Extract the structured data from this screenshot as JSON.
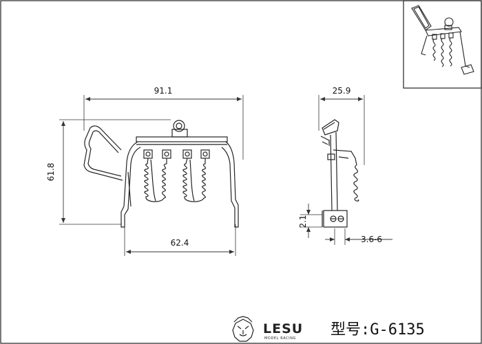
{
  "front_view": {
    "width_dim": "91.1",
    "height_dim": "61.8",
    "base_width_dim": "62.4"
  },
  "side_view": {
    "width_dim": "25.9",
    "bracket_height_dim": "2.1",
    "hole_dim": "3.6-6"
  },
  "logo": {
    "brand": "LESU",
    "brand_sub": "MODEL RACING"
  },
  "model_label": "型号:G-6135",
  "colors": {
    "line": "#222222",
    "dim_line": "#333333"
  }
}
